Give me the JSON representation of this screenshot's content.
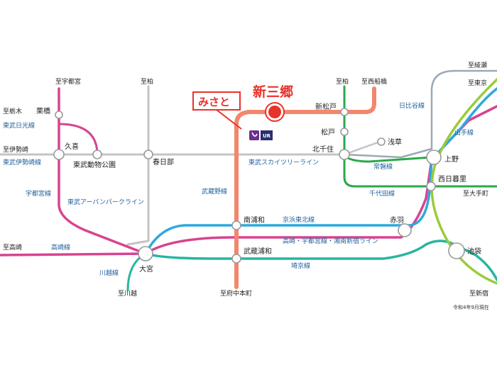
{
  "highlight": {
    "name": "新三郷",
    "callout": "みさと",
    "logo_text": "UR"
  },
  "stations": {
    "kurihashi": "栗橋",
    "kuki": "久喜",
    "tobu_zoo": "東武動物公園",
    "kasukabe": "春日部",
    "minami_urawa": "南浦和",
    "musashi_urawa": "武蔵浦和",
    "omiya": "大宮",
    "akabane": "赤羽",
    "shin_matsudo": "新松戸",
    "matsudo": "松戸",
    "kita_senju": "北千住",
    "asakusa": "浅草",
    "ueno": "上野",
    "nishi_nippori": "西日暮里",
    "ikebukuro": "池袋"
  },
  "destinations": {
    "utsunomiya": "至宇都宮",
    "kashiwa_top": "至柏",
    "kashiwa_right": "至柏",
    "nishi_funabashi": "至西船橋",
    "ayase": "至綾瀬",
    "tokyo": "至東京",
    "tochigi": "至栃木",
    "isesaki": "至伊勢崎",
    "takasaki": "至高崎",
    "kawagoe": "至川越",
    "fuchu_hommachi": "至府中本町",
    "otemachi": "至大手町",
    "shinjuku": "至新宿"
  },
  "lines": {
    "tobu_nikko": "東武日光線",
    "tobu_isesaki": "東武伊勢崎線",
    "utsunomiya": "宇都宮線",
    "tobu_urban_park": "東武アーバンパークライン",
    "musashino": "武蔵野線",
    "tobu_skytree": "東武スカイツリーライン",
    "joban": "常磐線",
    "chiyoda": "千代田線",
    "hibiya": "日比谷線",
    "yamanote": "山手線",
    "keihin_tohoku": "京浜東北線",
    "shonan_shinjuku": "高崎・宇都宮線・湘南新宿ライン",
    "saikyo": "埼京線",
    "takasaki": "高崎線",
    "kawagoe": "川越線"
  },
  "footnote": "令和4年9月現在",
  "colors": {
    "musashino": "#f3866d",
    "highlight": "#e8322a",
    "jr_pink": "#d8438f",
    "keihin_tohoku": "#2fa9dd",
    "saikyo": "#27b5a0",
    "yamanote": "#9acb3a",
    "hibiya": "#9ba9b5",
    "chiyoda_joban": "#2aa84a",
    "tobu": "#c4c4c4",
    "line_label_blue": "#1f5f9c",
    "line_label_pink": "#c8327e"
  }
}
